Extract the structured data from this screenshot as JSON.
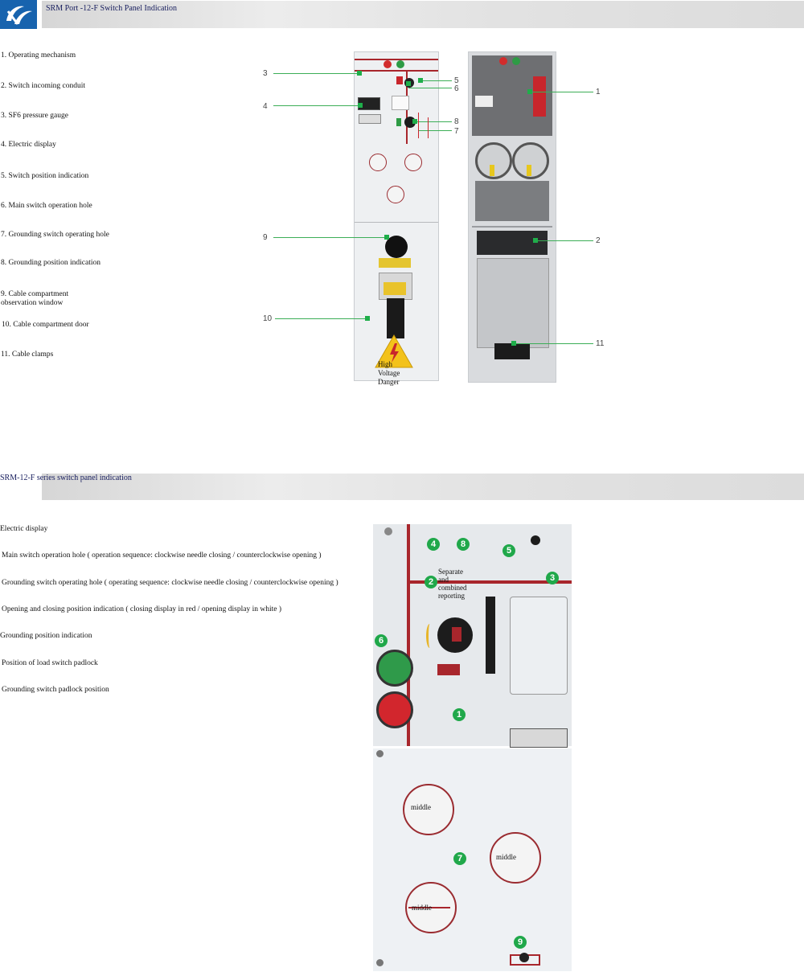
{
  "header": {
    "title": "SRM Port -12-F Switch Panel Indication"
  },
  "legend": [
    "1. Operating mechanism",
    "2. Switch incoming conduit",
    "3. SF6 pressure gauge",
    "4. Electric display",
    "5. Switch position indication",
    "6. Main switch operation hole",
    "7. Grounding switch operating hole",
    "8. Grounding position indication",
    "9. Cable compartment",
    "observation window",
    "10. Cable compartment door",
    "11. Cable clamps"
  ],
  "figure1": {
    "callouts": [
      "3",
      "4",
      "9",
      "10",
      "5",
      "6",
      "8",
      "7",
      "1",
      "2",
      "11"
    ],
    "warning_sign": [
      "High",
      "Voltage",
      "Danger"
    ]
  },
  "section2": {
    "title": "SRM-12-F series switch panel indication",
    "items": [
      "Electric display",
      "Main switch operation hole ( operation sequence: clockwise needle closing / counterclockwise opening )",
      "Grounding switch operating hole ( operating sequence: clockwise needle closing / counterclockwise opening )",
      "Opening and closing position indication ( closing display in red / opening display in white )",
      "Grounding position indication",
      "Position of load switch padlock",
      "Grounding switch padlock position"
    ]
  },
  "figure2": {
    "badges": [
      "4",
      "8",
      "5",
      "2",
      "3",
      "6",
      "1"
    ],
    "separate_label": [
      "Separate",
      "and",
      "combined",
      "reporting"
    ]
  },
  "figure3": {
    "holes": [
      "middle",
      "middle",
      "middle"
    ],
    "badges": [
      "7",
      "9"
    ]
  },
  "colors": {
    "accent_green": "#1fae4a",
    "panel_red": "#a8262c",
    "header_text": "#1a2060",
    "logo_blue": "#1763ae"
  }
}
